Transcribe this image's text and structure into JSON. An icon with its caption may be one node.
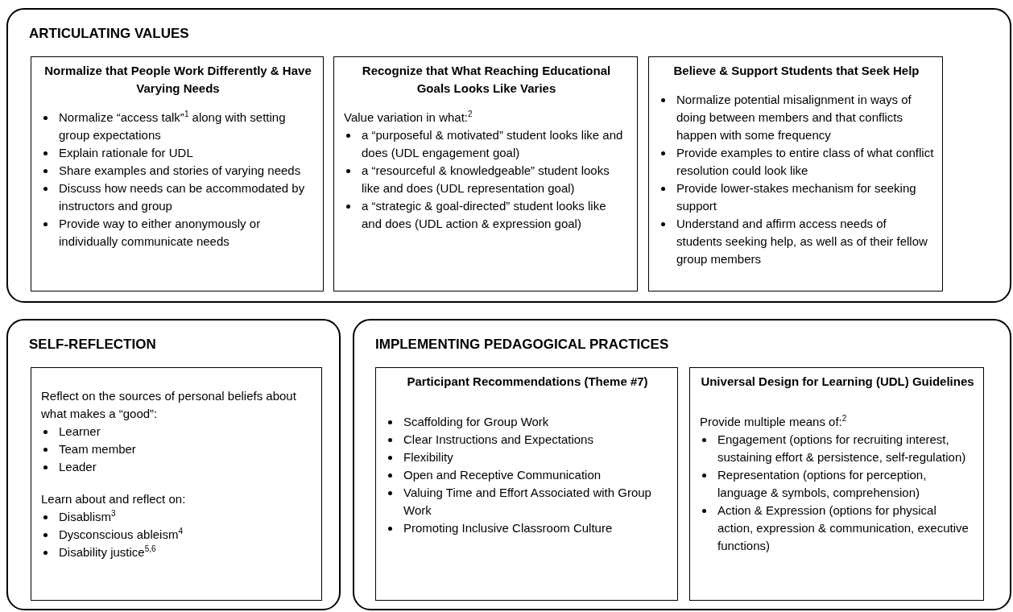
{
  "diagram": {
    "nodes": [
      {
        "text": [
          "ARTICULATING VALUES"
        ]
      },
      {
        "text": [
          "Normalize that People Work Differently & Have Varying Needs",
          "Normalize “access talk”$^{1}$ along with setting group expectations",
          "Explain rationale for UDL",
          "Share examples and stories of varying needs",
          "Discuss how needs can be accommodated by instructors and group",
          "Provide way to either anonymously or individually communicate needs"
        ],
        "in": 0
      },
      {
        "text": [
          "Recognize that What Reaching Educational Goals Looks Like Varies",
          "Value variation in what:$^{2}$",
          "a “purposeful & motivated” student looks like and does (UDL engagement goal)",
          "a “resourceful & knowledgeable” student looks like and does (UDL representation goal)",
          "a “strategic & goal-directed” student looks like and does (UDL action & expression goal)"
        ],
        "in": 0
      },
      {
        "text": [
          "Believe & Support Students that Seek Help",
          "Normalize potential misalignment in ways of doing between members and that conflicts happen with some frequency",
          "Provide examples to entire class of what conflict resolution could look like",
          "Provide lower-stakes mechanism for seeking support",
          "Understand and affirm access needs of students seeking help, as well as of their fellow group members"
        ],
        "in": 0
      },
      {
        "text": [
          "SELF-REFLECTION"
        ]
      },
      {
        "text": [
          "Reflect on the sources of personal beliefs about what makes a “good”:",
          "Learner",
          "Team member",
          "Leader",
          "Learn about and reflect on:",
          "Disablism$^{3}$",
          "Dysconscious ableism$^{4}$",
          "Disability justice$^{5,6}$"
        ],
        "in": 4
      },
      {
        "text": [
          "IMPLEMENTING PEDAGOGICAL PRACTICES"
        ]
      },
      {
        "text": [
          "Participant Recommendations (Theme #7)",
          "Scaffolding for Group Work",
          "Clear Instructions and Expectations",
          "Flexibility",
          "Open and Receptive Communication",
          "Valuing Time and Effort Associated with Group Work",
          "Promoting Inclusive Classroom Culture"
        ],
        "in": 6
      },
      {
        "text": [
          "Universal Design for Learning (UDL) Guidelines",
          "Provide multiple means of:$^{2}$",
          "Engagement (options for recruiting interest, sustaining effort & persistence, self-regulation)",
          "Representation (options for perception, language & symbols, comprehension)",
          "Action & Expression (options for physical action, expression & communication, executive functions)"
        ],
        "in": 6
      }
    ]
  }
}
